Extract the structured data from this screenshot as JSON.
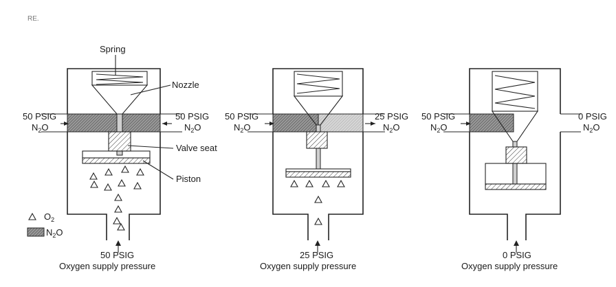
{
  "corner_mark": "RE.",
  "labels": {
    "spring": "Spring",
    "nozzle": "Nozzle",
    "valve_seat": "Valve seat",
    "piston": "Piston"
  },
  "legend": {
    "o2": {
      "text": "O",
      "sub": "2"
    },
    "n2o": {
      "text": "N",
      "sub": "2",
      "suffix": "O"
    }
  },
  "panels": [
    {
      "inlet": {
        "pressure": "50 PSIG",
        "gas": "N",
        "gas_sub": "2",
        "gas_suffix": "O"
      },
      "outlet": {
        "pressure": "50 PSIG",
        "gas": "N",
        "gas_sub": "2",
        "gas_suffix": "O"
      },
      "supply_pressure": "50 PSIG",
      "supply_label": "Oxygen supply pressure"
    },
    {
      "inlet": {
        "pressure": "50 PSIG",
        "gas": "N",
        "gas_sub": "2",
        "gas_suffix": "O"
      },
      "outlet": {
        "pressure": "25 PSIG",
        "gas": "N",
        "gas_sub": "2",
        "gas_suffix": "O"
      },
      "supply_pressure": "25 PSIG",
      "supply_label": "Oxygen supply pressure"
    },
    {
      "inlet": {
        "pressure": "50 PSIG",
        "gas": "N",
        "gas_sub": "2",
        "gas_suffix": "O"
      },
      "outlet": {
        "pressure": "0 PSIG",
        "gas": "N",
        "gas_sub": "2",
        "gas_suffix": "O"
      },
      "supply_pressure": "0 PSIG",
      "supply_label": "Oxygen supply pressure"
    }
  ]
}
